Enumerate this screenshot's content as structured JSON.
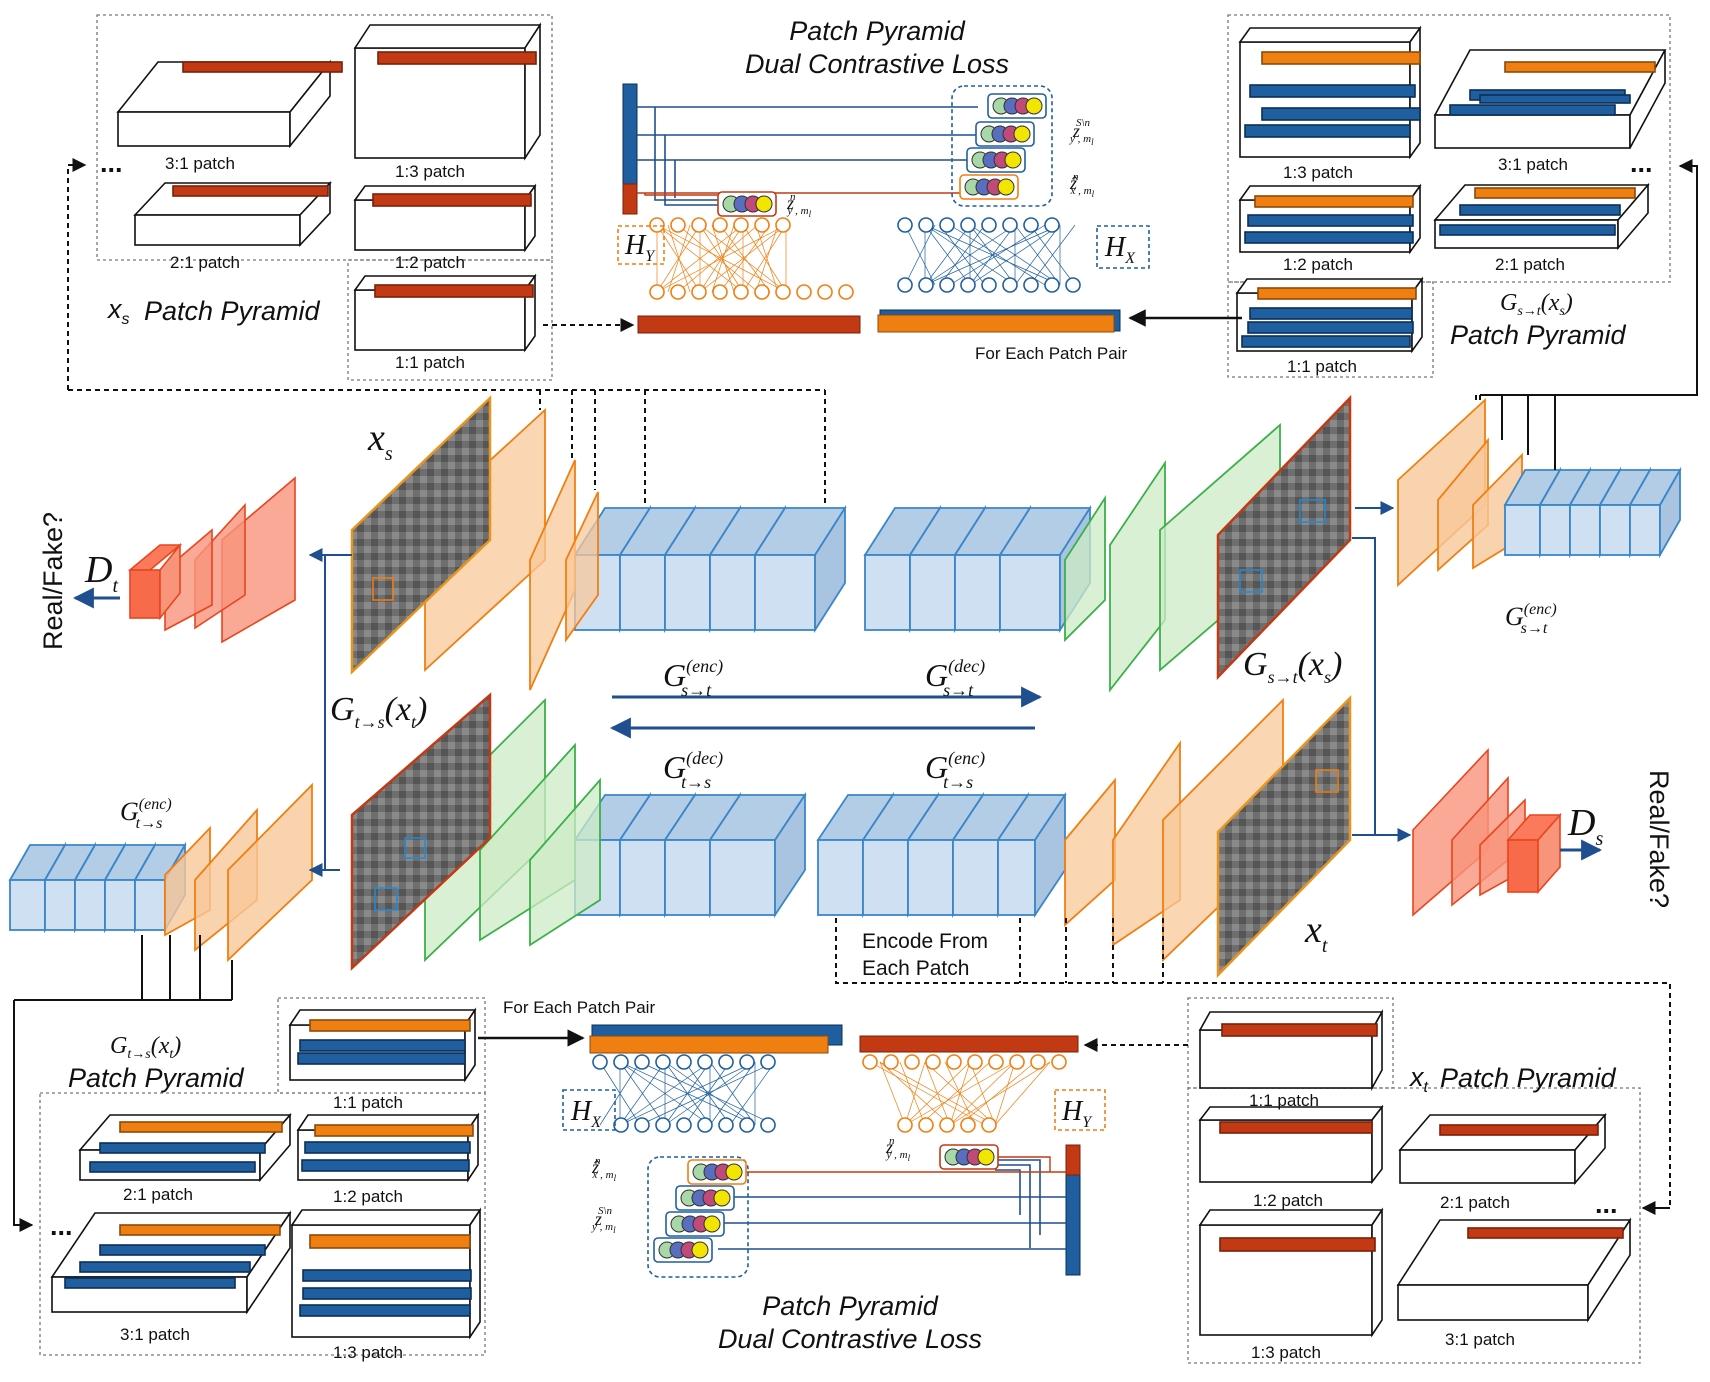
{
  "titles": {
    "top": [
      "Patch Pyramid",
      "Dual Contrastive Loss"
    ],
    "bottom": [
      "Patch Pyramid",
      "Dual Contrastive Loss"
    ]
  },
  "pyramids": {
    "xs": {
      "label": "Patch Pyramid",
      "sub": "s",
      "patches": [
        "3:1 patch",
        "1:3 patch",
        "2:1 patch",
        "1:2 patch",
        "1:1 patch"
      ]
    },
    "gst": {
      "label": "Patch Pyramid",
      "patches": [
        "1:3 patch",
        "3:1 patch",
        "1:2 patch",
        "2:1 patch",
        "1:1 patch"
      ]
    },
    "gts": {
      "label": "Patch Pyramid",
      "patches": [
        "1:1 patch",
        "2:1 patch",
        "1:2 patch",
        "3:1 patch",
        "1:3 patch"
      ]
    },
    "xt": {
      "label": "Patch Pyramid",
      "sub": "t",
      "patches": [
        "1:1 patch",
        "1:2 patch",
        "2:1 patch",
        "1:3 patch",
        "3:1 patch"
      ]
    }
  },
  "labels": {
    "for_each_top": "For Each Patch Pair",
    "for_each_bottom": "For Each Patch Pair",
    "encode": [
      "Encode From",
      "Each Patch"
    ],
    "real_fake_left": "Real/Fake?",
    "real_fake_right": "Real/Fake?",
    "ellipsis": "..."
  },
  "symbols": {
    "x": "x",
    "s": "s",
    "t": "t",
    "G": "G",
    "D": "D",
    "H": "H",
    "Y": "Y",
    "X": "X",
    "enc": "(enc)",
    "dec": "(dec)",
    "s_to_t": "s→t",
    "t_to_s": "t→s",
    "z": "z",
    "z_hat": "ẑ",
    "n": "n",
    "S_minus_n": "S\\n",
    "y_ml": "y , m",
    "x_ml": "x , m",
    "l": "l"
  },
  "colors": {
    "blue": "#1f5fa0",
    "orange": "#f07f12",
    "red": "#c23a14",
    "light_blue": "#cfe0f2",
    "light_orange": "#f8c89a",
    "light_green": "#cdebc6",
    "light_red": "#f8947a"
  }
}
